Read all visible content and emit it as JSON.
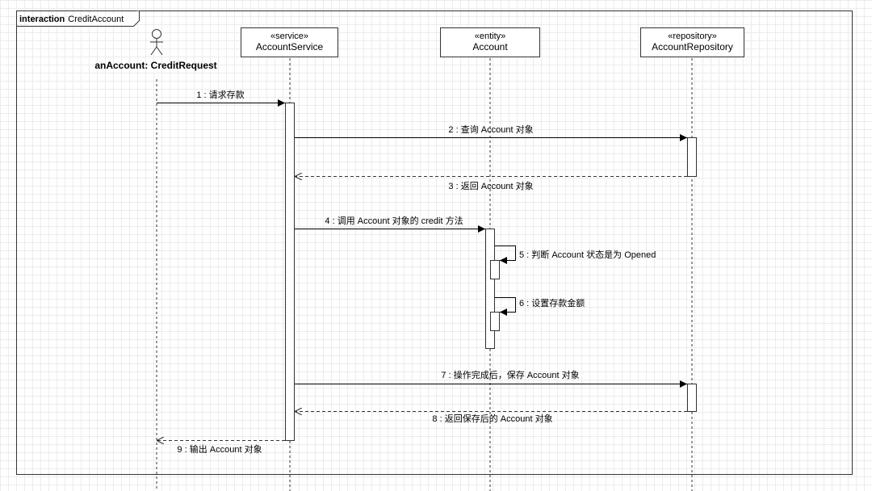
{
  "frame": {
    "keyword": "interaction",
    "name": "CreditAccount"
  },
  "actor": {
    "name": "anAccount: CreditRequest"
  },
  "participants": [
    {
      "stereotype": "«service»",
      "name": "AccountService"
    },
    {
      "stereotype": "«entity»",
      "name": "Account"
    },
    {
      "stereotype": "«repository»",
      "name": "AccountRepository"
    }
  ],
  "messages": [
    {
      "label": "1 : 请求存款",
      "kind": "sync"
    },
    {
      "label": "2 : 查询 Account  对象",
      "kind": "sync"
    },
    {
      "label": "3 : 返回 Account 对象",
      "kind": "return"
    },
    {
      "label": "4 : 调用 Account 对象的 credit 方法",
      "kind": "sync"
    },
    {
      "label": "5 : 判断 Account 状态是为 Opened",
      "kind": "self"
    },
    {
      "label": "6 : 设置存款金额",
      "kind": "self"
    },
    {
      "label": "7 : 操作完成后，保存 Account 对象",
      "kind": "sync"
    },
    {
      "label": "8 : 返回保存后的 Account 对象",
      "kind": "return"
    },
    {
      "label": "9 : 输出 Account 对象",
      "kind": "return"
    }
  ],
  "colors": {
    "line": "#333333",
    "grid": "#ececec",
    "background": "#ffffff"
  }
}
